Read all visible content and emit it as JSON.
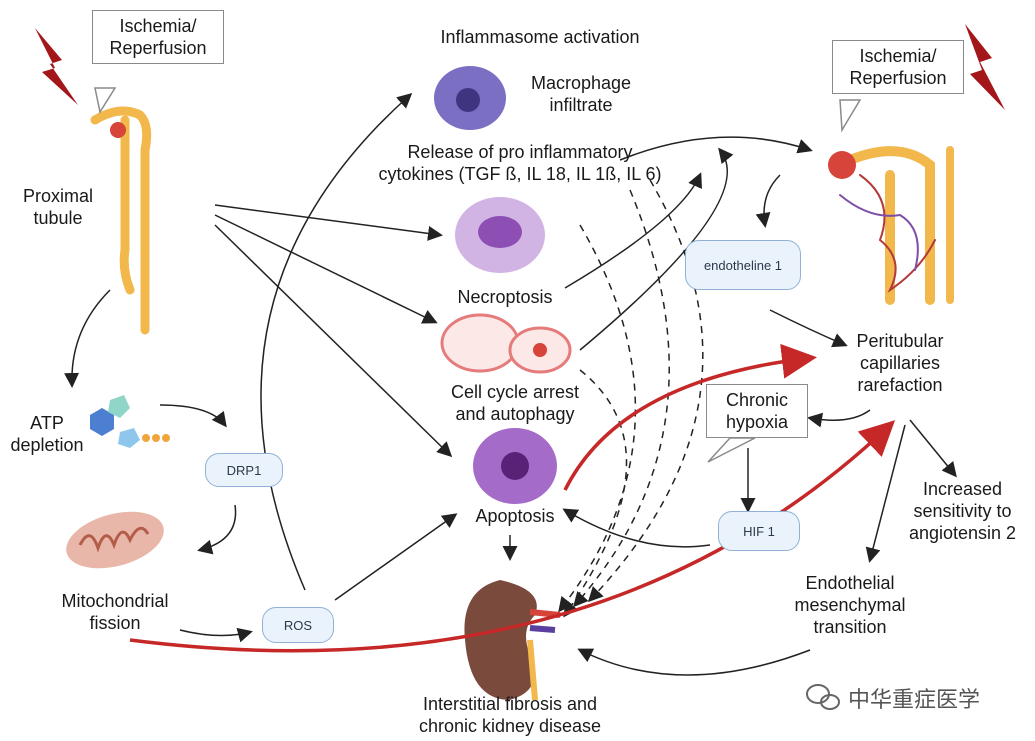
{
  "labels": {
    "ischemia_left": [
      "Ischemia/",
      "Reperfusion"
    ],
    "ischemia_right": [
      "Ischemia/",
      "Reperfusion"
    ],
    "proximal_tubule": [
      "Proximal",
      "tubule"
    ],
    "inflammasome": "Inflammasome activation",
    "macrophage": [
      "Macrophage",
      "infiltrate"
    ],
    "cytokines": [
      "Release of pro inflammatory",
      "cytokines (TGF ß, IL 18, IL 1ß, IL 6)"
    ],
    "necroptosis": "Necroptosis",
    "cell_cycle": [
      "Cell cycle arrest",
      "and autophagy"
    ],
    "apoptosis": "Apoptosis",
    "atp": [
      "ATP",
      "depletion"
    ],
    "mito": [
      "Mitochondrial",
      "fission"
    ],
    "peritubular": [
      "Peritubular",
      "capillaries",
      "rarefaction"
    ],
    "hypoxia": [
      "Chronic",
      "hypoxia"
    ],
    "sensitivity": [
      "Increased",
      "sensitivity to",
      "angiotensin 2"
    ],
    "endmt": [
      "Endothelial",
      "mesenchymal",
      "transition"
    ],
    "fibrosis": [
      "Interstitial fibrosis and",
      "chronic kidney disease"
    ],
    "watermark": "中华重症医学"
  },
  "pills": {
    "drp1": "DRP1",
    "ros": "ROS",
    "endotheline": "endotheline 1",
    "hif": "HIF 1"
  },
  "colors": {
    "lightning": "#a3161a",
    "tubule": "#f2b84b",
    "red_arrow": "#c62828",
    "macrophage": "#7b6fc4",
    "cell_purple": "#a56bc8",
    "kidney": "#7a4a3c",
    "pill_fill": "#eaf2fb",
    "pill_border": "#8fb2d6"
  }
}
